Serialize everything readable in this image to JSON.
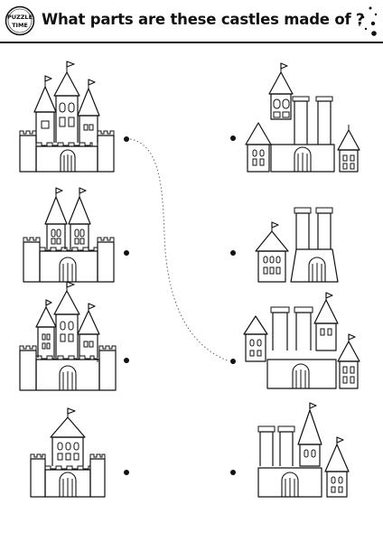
{
  "header": {
    "badge_top": "PUZZLE",
    "badge_bottom": "TIME",
    "title": "What parts are these castles made of ?"
  },
  "colors": {
    "ink": "#111111",
    "background": "#ffffff"
  },
  "puzzle": {
    "left_castles": [
      "castle-1",
      "castle-2",
      "castle-3",
      "castle-4"
    ],
    "right_part_sets": [
      "parts-a",
      "parts-b",
      "parts-c",
      "parts-d"
    ],
    "example_match": {
      "left": "castle-1",
      "right": "parts-c"
    }
  }
}
